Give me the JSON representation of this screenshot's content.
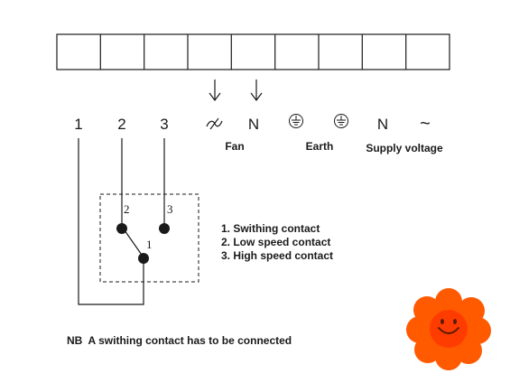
{
  "terminals": {
    "t1": "1",
    "t2": "2",
    "t3": "3",
    "t_fan_phase_symbol": "phase-ac-icon",
    "t_fan_neutral": "N",
    "t_earth_1_symbol": "earth-ground-icon",
    "t_earth_2_symbol": "earth-ground-icon",
    "t_supply_neutral": "N",
    "t_supply_ac": "~"
  },
  "group_labels": {
    "fan": "Fan",
    "earth": "Earth",
    "supply": "Supply voltage"
  },
  "switch": {
    "contact_1": "1",
    "contact_2": "2",
    "contact_3": "3"
  },
  "legend": {
    "item_1": "1. Swithing contact",
    "item_2": "2. Low speed contact",
    "item_3": "3. High speed contact"
  },
  "note": "NB  A swithing contact has to be connected",
  "colors": {
    "line": "#1a1a1a",
    "flower_petal": "#ff5a00",
    "flower_center": "#ff3c00",
    "flower_face": "#5a1a00"
  }
}
